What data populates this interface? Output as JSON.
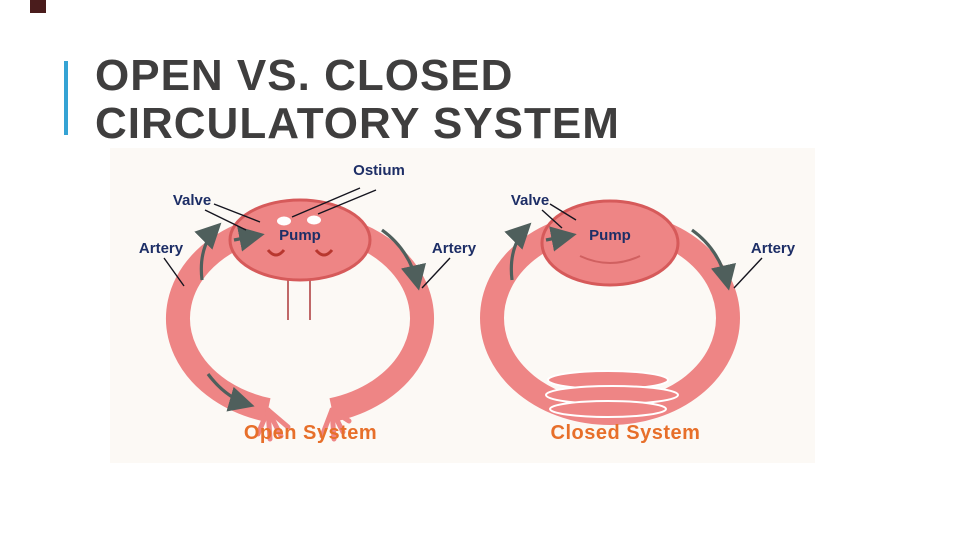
{
  "slide": {
    "corner_mark_color": "#4a1c1c",
    "accent_bar_color": "#35a3d4",
    "title_line1": "OPEN VS. CLOSED",
    "title_line2": "CIRCULATORY SYSTEM"
  },
  "diagram": {
    "type": "comparison-diagram",
    "labels": {
      "ostium": "Ostium",
      "valve_left": "Valve",
      "pump_left": "Pump",
      "artery_far_left": "Artery",
      "artery_middle": "Artery",
      "valve_right": "Valve",
      "pump_right": "Pump",
      "artery_far_right": "Artery"
    },
    "captions": {
      "open": "Open System",
      "closed": "Closed System"
    },
    "colors": {
      "vessel": "#ee8585",
      "vessel_outline": "#d65a5a",
      "label_text": "#1d2e66",
      "caption_text": "#e76f2a",
      "arrow": "#4f5f5c",
      "leader_line": "#15151f"
    }
  }
}
